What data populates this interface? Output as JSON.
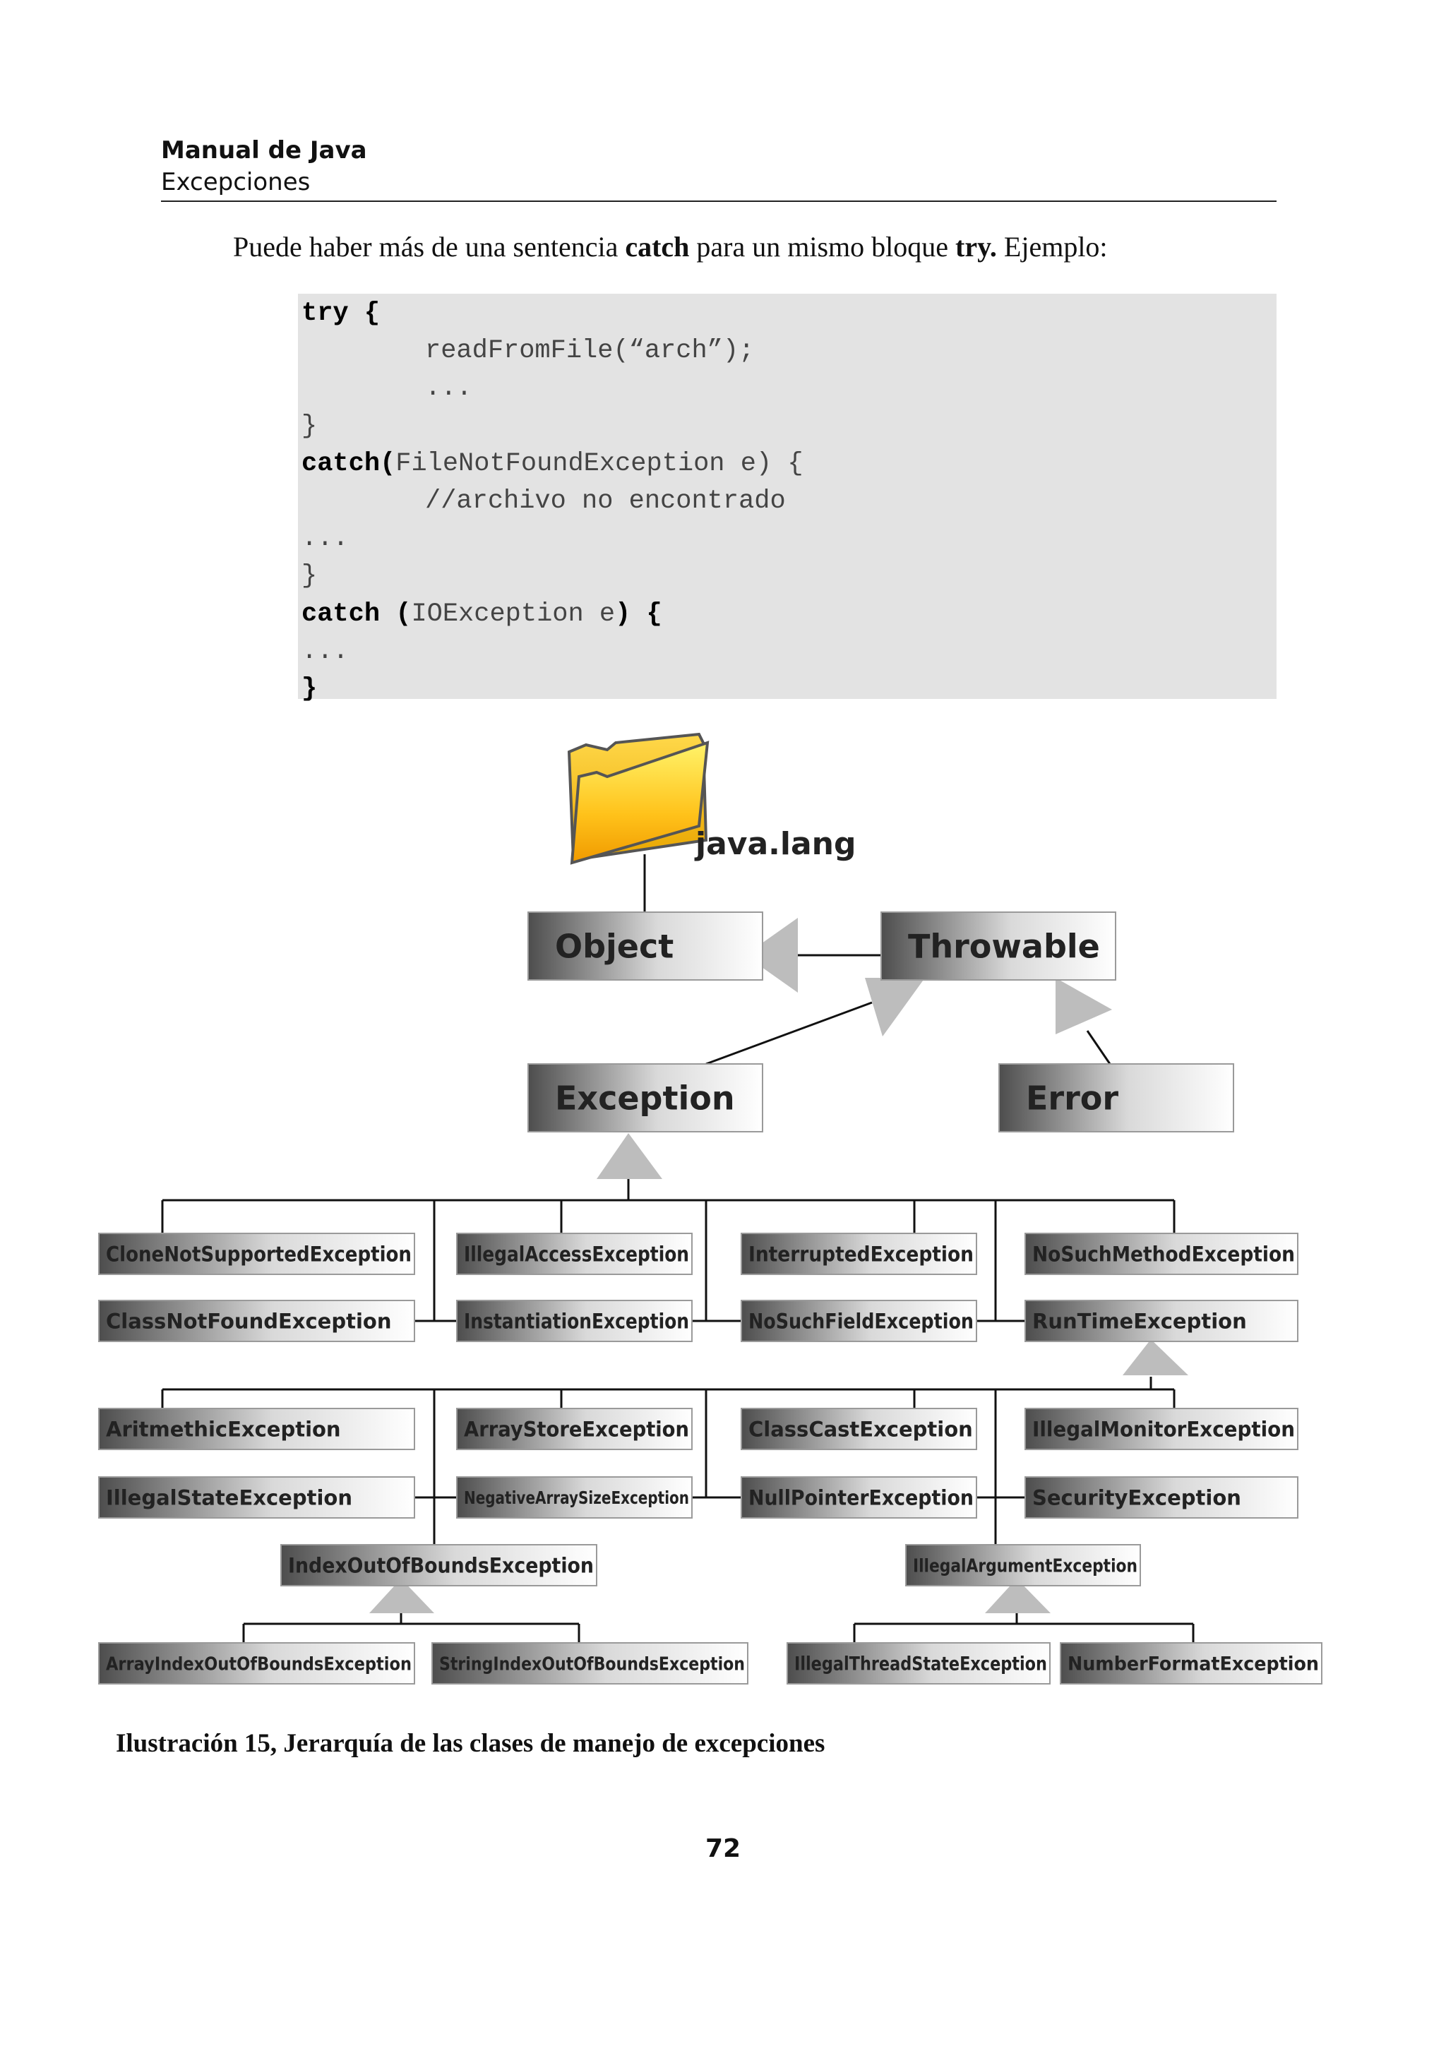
{
  "header": {
    "book_title": "Manual de Java",
    "chapter": "Excepciones"
  },
  "intro": {
    "part1": "Puede haber más de una sentencia ",
    "kw1": "catch",
    "part2": " para un mismo bloque ",
    "kw2": "try.",
    "part3": " Ejemplo:"
  },
  "code": {
    "l1_kw": "try {",
    "l2": "readFromFile(“arch”);",
    "l3": "...",
    "l4": "}",
    "l5_kw": "catch(",
    "l5_rest": "FileNotFoundException e) {",
    "l6": "//archivo no encontrado",
    "l7": "...",
    "l8": "}",
    "l9_kw1": "catch (",
    "l9_mid": "IOException e",
    "l9_kw2": ") {",
    "l10": "...",
    "l11": "}"
  },
  "diagram": {
    "package": "java.lang",
    "colors": {
      "box_dark": "#4d4d4d",
      "box_light": "#ffffff",
      "arrow": "#bdbdbd",
      "folder": "#ffc21a"
    },
    "classes": {
      "object": "Object",
      "throwable": "Throwable",
      "exception": "Exception",
      "error": "Error",
      "clone_not_supported": "CloneNotSupportedException",
      "class_not_found": "ClassNotFoundException",
      "illegal_access": "IllegalAccessException",
      "instantiation": "InstantiationException",
      "interrupted": "InterruptedException",
      "no_such_field": "NoSuchFieldException",
      "no_such_method": "NoSuchMethodException",
      "runtime": "RunTimeException",
      "arithmetic": "AritmethicException",
      "illegal_state": "IllegalStateException",
      "array_store": "ArrayStoreException",
      "negative_array_size": "NegativeArraySizeException",
      "class_cast": "ClassCastException",
      "null_pointer": "NullPointerException",
      "illegal_monitor": "IllegalMonitorException",
      "security": "SecurityException",
      "index_out_of_bounds": "IndexOutOfBoundsException",
      "illegal_argument": "IllegalArgumentException",
      "array_index_oob": "ArrayIndexOutOfBoundsException",
      "string_index_oob": "StringIndexOutOfBoundsException",
      "illegal_thread_state": "IllegalThreadStateException",
      "number_format": "NumberFormatException"
    }
  },
  "caption": "Ilustración 15, Jerarquía de las clases de manejo de excepciones",
  "page_number": "72"
}
